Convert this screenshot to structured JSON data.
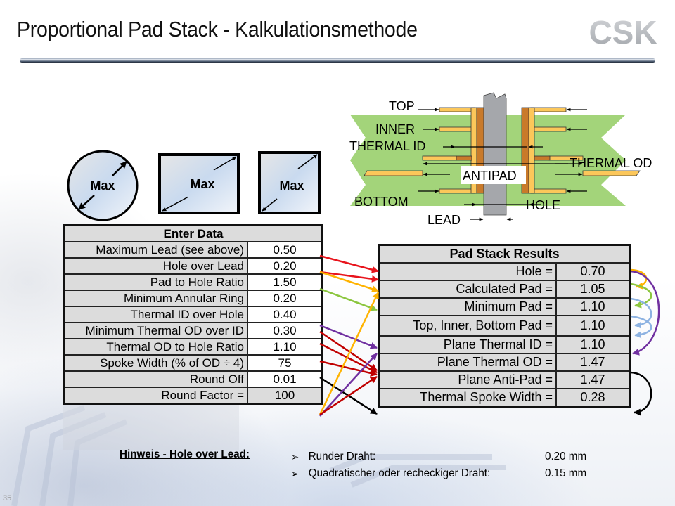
{
  "slide": {
    "title": "Proportional Pad Stack - Kalkulationsmethode",
    "logo_text": "CSK",
    "page_number": "35"
  },
  "shapes": {
    "items": [
      {
        "shape": "circle",
        "label": "Max"
      },
      {
        "shape": "rectangle",
        "label": "Max"
      },
      {
        "shape": "square",
        "label": "Max"
      }
    ]
  },
  "diagram": {
    "labels": {
      "top": "TOP",
      "inner": "INNER",
      "thermal_id": "THERMAL ID",
      "thermal_od": "THERMAL OD",
      "antipad": "ANTIPAD",
      "bottom": "BOTTOM",
      "hole": "HOLE",
      "lead": "LEAD"
    },
    "colors": {
      "board": "#a3d47a",
      "copper_light": "#fcc75a",
      "copper_dark": "#c97a2a",
      "lead": "#a5a7ab"
    }
  },
  "enter_data": {
    "header": "Enter Data",
    "rows": [
      {
        "label": "Maximum Lead (see above)",
        "value": "0.50"
      },
      {
        "label": "Hole over Lead",
        "value": "0.20"
      },
      {
        "label": "Pad to Hole Ratio",
        "value": "1.50"
      },
      {
        "label": "Minimum Annular Ring",
        "value": "0.20"
      },
      {
        "label": "Thermal ID over Hole",
        "value": "0.40"
      },
      {
        "label": "Minimum Thermal OD over ID",
        "value": "0.30"
      },
      {
        "label": "Thermal OD to Hole Ratio",
        "value": "1.10"
      },
      {
        "label": "Spoke Width (% of OD ÷ 4)",
        "value": "75"
      },
      {
        "label": "Round Off",
        "value": "0.01"
      },
      {
        "label": "Round Factor =",
        "value": "100"
      }
    ]
  },
  "results": {
    "header": "Pad Stack Results",
    "rows": [
      {
        "label": "Hole =",
        "value": "0.70"
      },
      {
        "label": "Calculated Pad =",
        "value": "1.05"
      },
      {
        "label": "Minimum Pad =",
        "value": "1.10"
      },
      {
        "label": "Top, Inner, Bottom Pad =",
        "value": "1.10"
      },
      {
        "label": "Plane Thermal ID =",
        "value": "1.10"
      },
      {
        "label": "Plane Thermal OD =",
        "value": "1.47"
      },
      {
        "label": "Plane Anti-Pad =",
        "value": "1.47"
      },
      {
        "label": "Thermal Spoke Width =",
        "value": "0.28"
      }
    ]
  },
  "arrow_colors": {
    "red": "#e8141c",
    "dark_red": "#c00000",
    "orange": "#ffb300",
    "green": "#8cc63f",
    "purple": "#7030a0",
    "blue": "#8db3e2",
    "black": "#000000"
  },
  "note": {
    "title": "Hinweis - Hole over Lead:",
    "bullet": "➢",
    "items": [
      {
        "text": "Runder Draht:",
        "value": "0.20 mm"
      },
      {
        "text": "Quadratischer oder recheckiger Draht:",
        "value": "0.15 mm"
      }
    ]
  }
}
